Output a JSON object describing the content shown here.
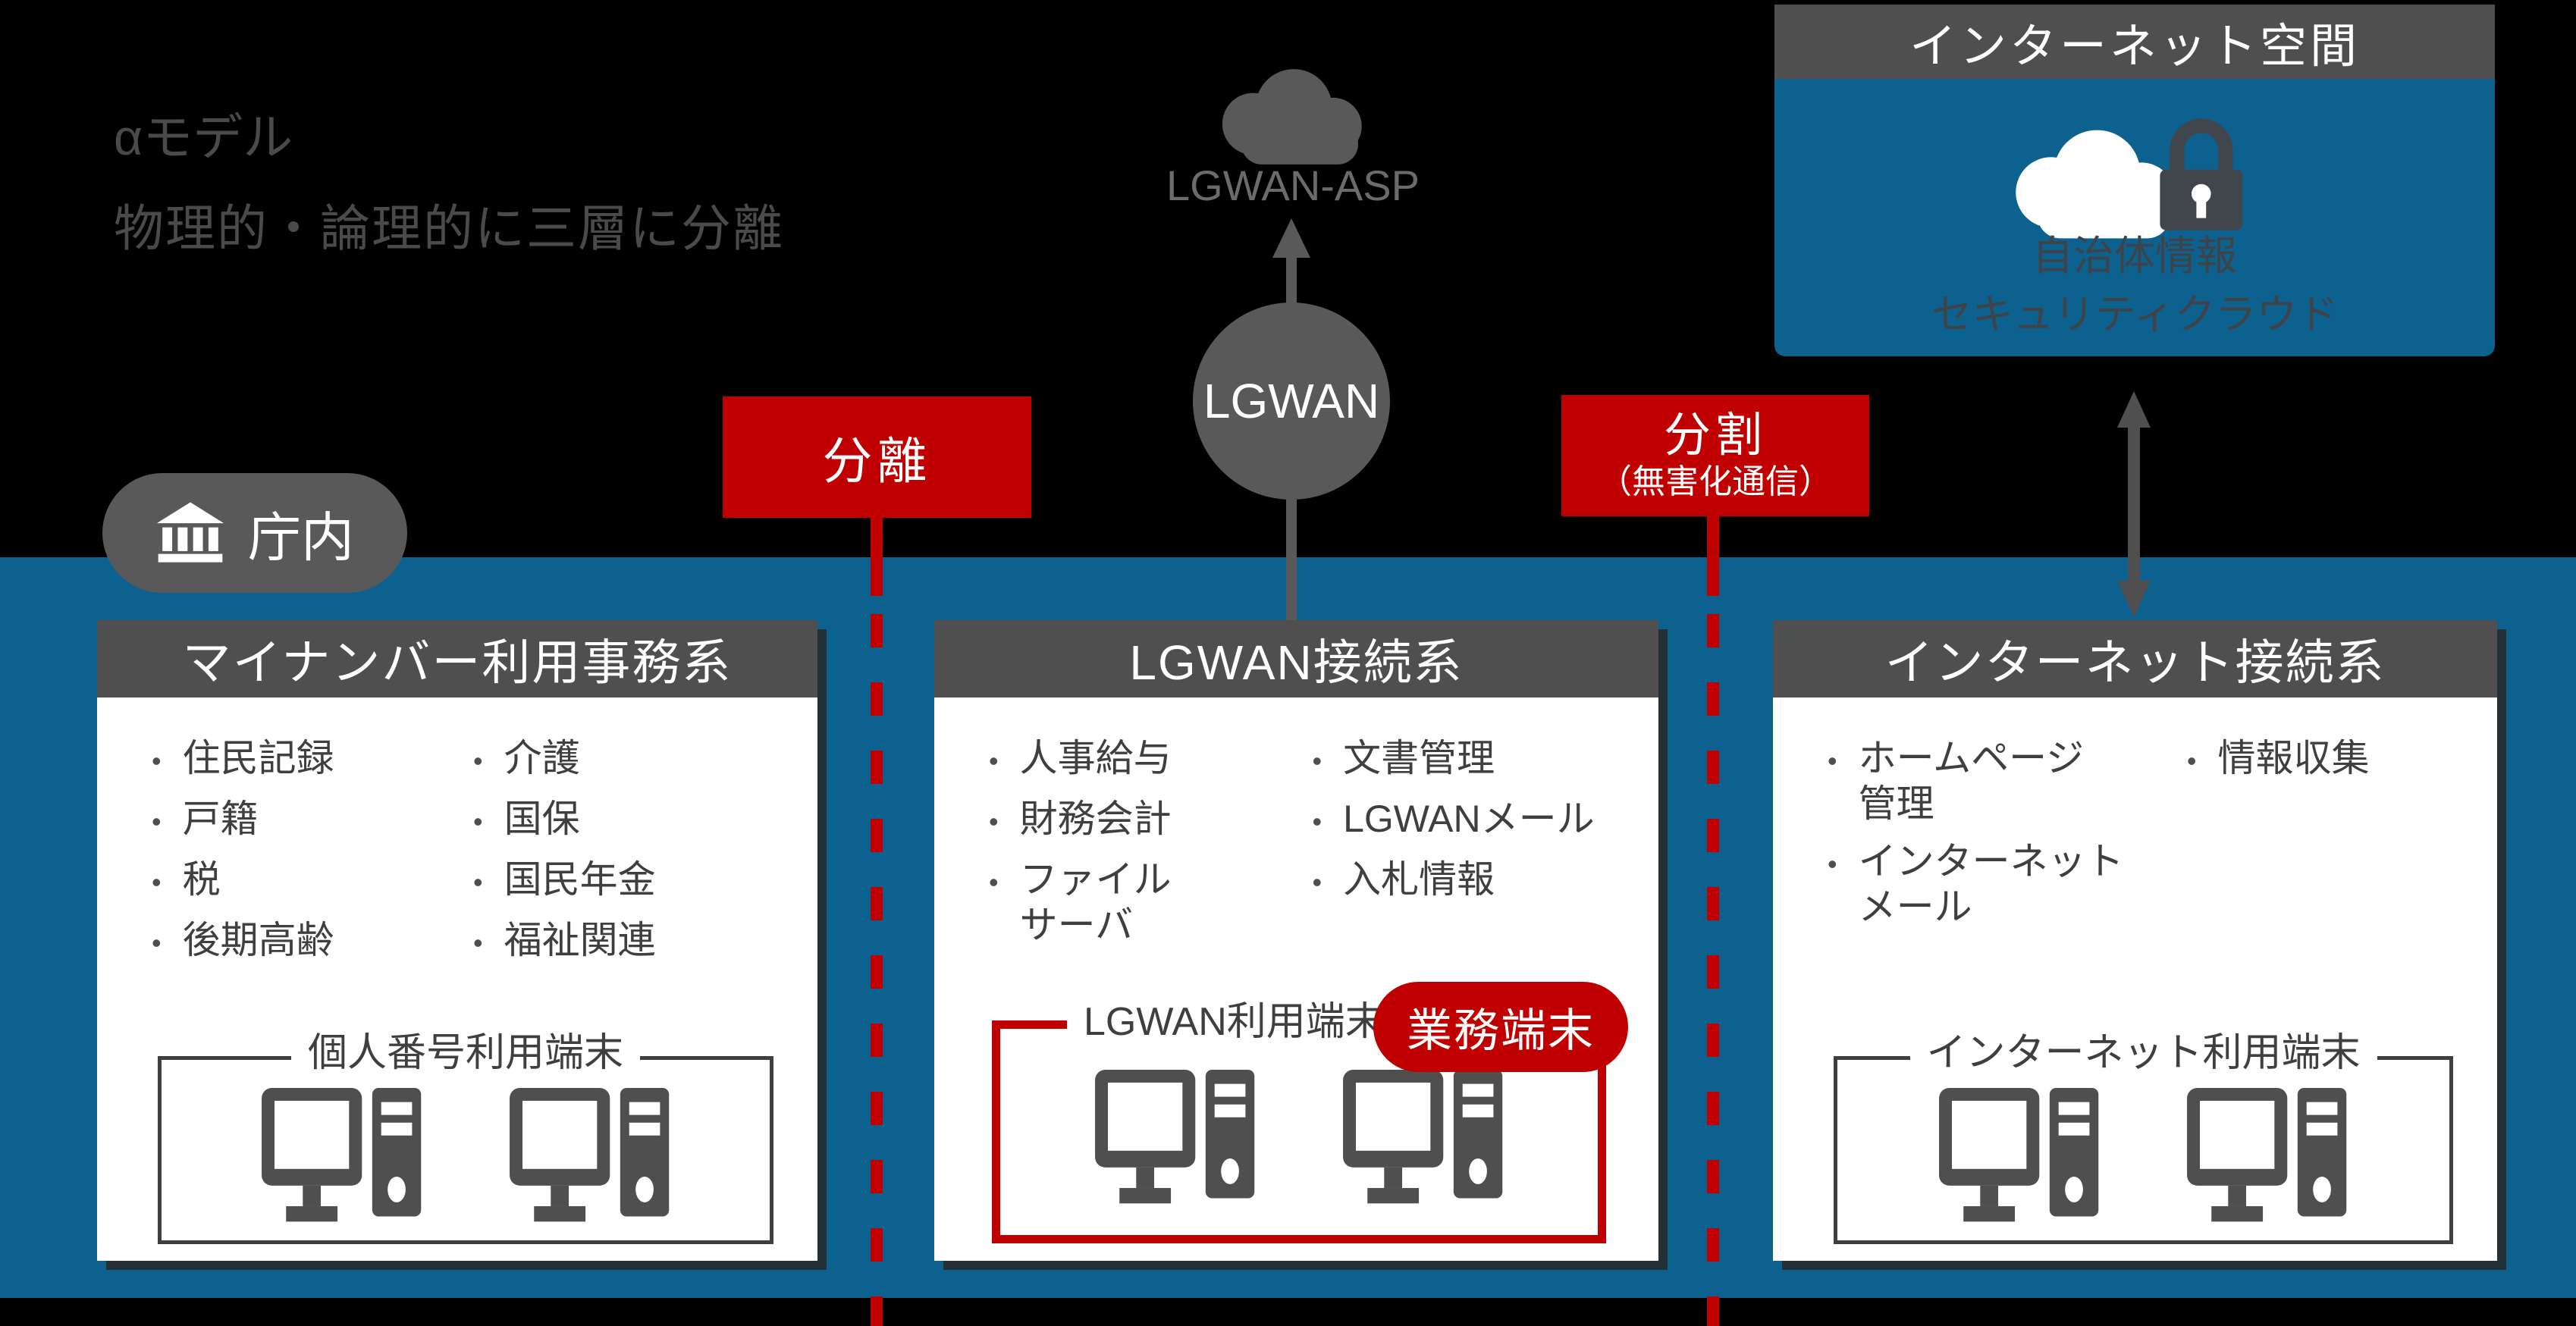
{
  "intro": {
    "title": "αモデル",
    "subtitle": "物理的・論理的に三層に分離"
  },
  "lgwan_asp_label": "LGWAN-ASP",
  "lgwan_label": "LGWAN",
  "internet_space": {
    "title": "インターネット空間",
    "cloud_line1": "自治体情報",
    "cloud_line2": "セキュリティクラウド"
  },
  "chonai_label": "庁内",
  "separation": {
    "label": "分離"
  },
  "division": {
    "label": "分割",
    "note": "（無害化通信）"
  },
  "panels": [
    {
      "title": "マイナンバー利用事務系",
      "columns": [
        [
          "住民記録",
          "戸籍",
          "税",
          "後期高齢"
        ],
        [
          "介護",
          "国保",
          "国民年金",
          "福祉関連"
        ]
      ],
      "terminal": {
        "label": "個人番号利用端末"
      }
    },
    {
      "title": "LGWAN接続系",
      "columns": [
        [
          "人事給与",
          "財務会計",
          "ファイル\nサーバ"
        ],
        [
          "文書管理",
          "LGWANメール",
          "入札情報"
        ]
      ],
      "terminal": {
        "label": "LGWAN利用端末",
        "badge": "業務端末"
      }
    },
    {
      "title": "インターネット接続系",
      "columns": [
        [
          "ホームページ\n管理",
          "インターネット\nメール"
        ],
        [
          "情報収集"
        ]
      ],
      "terminal": {
        "label": "インターネット利用端末"
      }
    }
  ],
  "colors": {
    "background": "#000000",
    "band_blue": "#0C618F",
    "accent_red": "#C00000",
    "header_gray": "#4F4F4F",
    "node_gray": "#595959",
    "panel_text": "#3F3F3F"
  }
}
